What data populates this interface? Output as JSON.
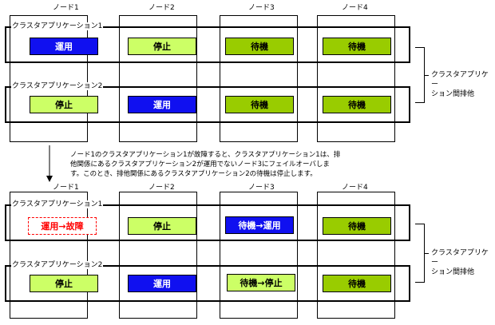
{
  "nodes": [
    "ノード1",
    "ノード2",
    "ノード3",
    "ノード4"
  ],
  "exclusion_label": [
    "クラスタアプリケー",
    "ション間排他"
  ],
  "colors": {
    "run": "#1010f0",
    "stop": "#ccff66",
    "standby": "#99cc00",
    "fault": "#ff0000"
  },
  "before": {
    "app1": {
      "label": "クラスタアプリケーション1",
      "states": [
        "運用",
        "停止",
        "待機",
        "待機"
      ]
    },
    "app2": {
      "label": "クラスタアプリケーション2",
      "states": [
        "停止",
        "運用",
        "待機",
        "待機"
      ]
    }
  },
  "description": [
    "ノード1のクラスタアプリケーション1が故障すると、クラスタアプリケーション1は、排",
    "他関係にあるクラスタアプリケーション2が運用でないノード3にフェイルオーバしま",
    "す。このとき、排他関係にあるクラスタアプリケーション2の待機は停止します。"
  ],
  "after": {
    "app1": {
      "label": "クラスタアプリケーション1",
      "states": [
        "運用→故障",
        "停止",
        "待機→運用",
        "待機"
      ]
    },
    "app2": {
      "label": "クラスタアプリケーション2",
      "states": [
        "停止",
        "運用",
        "待機→停止",
        "待機"
      ]
    }
  }
}
